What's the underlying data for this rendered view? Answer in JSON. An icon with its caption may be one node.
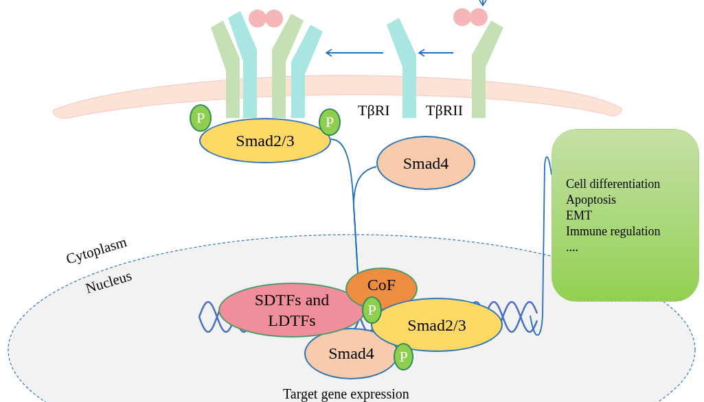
{
  "diagram": {
    "nodes": [
      {
        "text": [],
        "shape": "picture"
      },
      {
        "text": [],
        "shape": "picture",
        "beside": [
          "TβRI"
        ]
      },
      {
        "text": [],
        "shape": "picture",
        "beside": [
          "TβRII"
        ]
      },
      {
        "text": [
          "Smad2/3"
        ]
      },
      {
        "text": [
          "P"
        ]
      },
      {
        "text": [
          "P"
        ]
      },
      {
        "text": [
          "Smad4"
        ]
      },
      {
        "text": [
          "Cell differentiation",
          "Apoptosis",
          "EMT",
          "Immune regulation",
          "...."
        ]
      },
      {
        "text": [
          "CoF"
        ]
      },
      {
        "text": [
          "SDTFs and LDTFs"
        ]
      },
      {
        "text": [
          "P"
        ]
      },
      {
        "text": [
          "Smad2/3"
        ]
      },
      {
        "text": [
          "Smad4"
        ]
      },
      {
        "text": [
          "P"
        ]
      }
    ],
    "edges": [
      {
        "from": null,
        "to": 2,
        "arrow": "to"
      },
      {
        "from": 2,
        "to": 1,
        "arrow": "to"
      },
      {
        "from": 1,
        "to": 0,
        "arrow": "to"
      },
      {
        "from": 3,
        "to": 8,
        "arrow": "none"
      },
      {
        "from": 6,
        "to": 8,
        "arrow": "none"
      },
      {
        "from": null,
        "to": 7,
        "arrow": "none"
      }
    ],
    "labels": [
      "Cytoplasm",
      "Nucleus",
      "Target gene expression"
    ]
  }
}
